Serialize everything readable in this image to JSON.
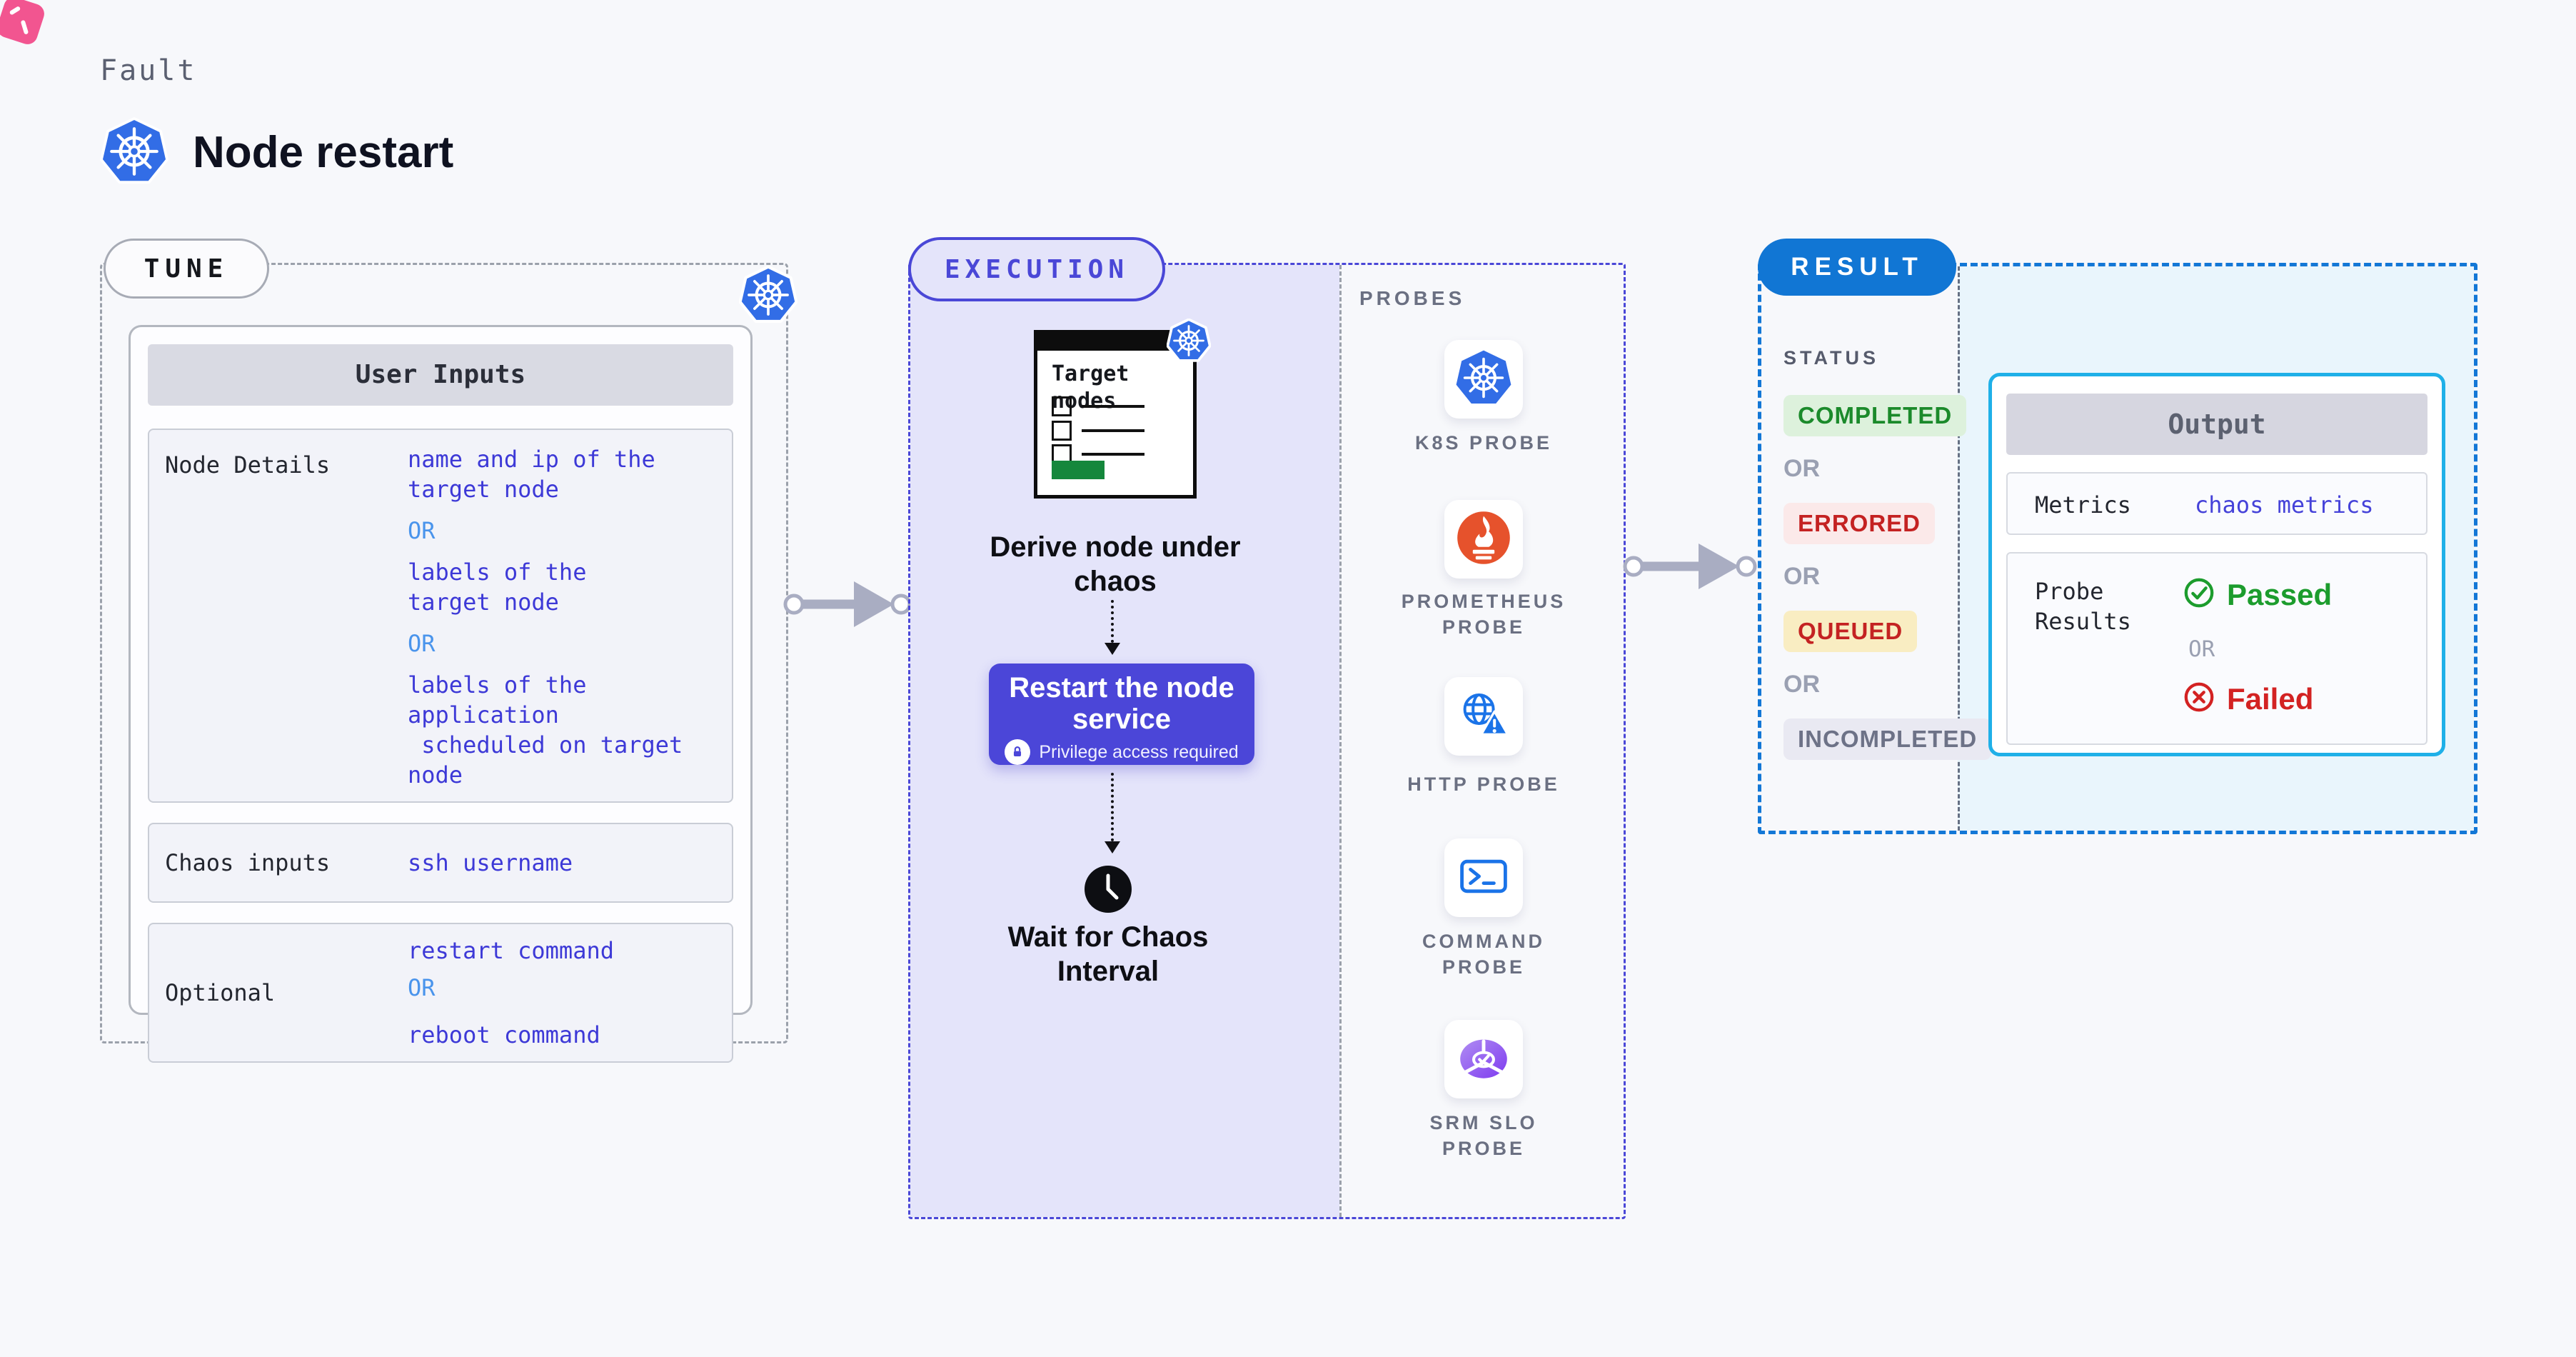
{
  "page": {
    "kicker": "Fault",
    "title": "Node restart"
  },
  "colors": {
    "indigo": "#4b46d8",
    "value_indigo": "#3d39d7",
    "or_blue": "#4a94ec",
    "result_blue": "#1176d4",
    "cyan_border": "#1fb0e8",
    "cyan_bg": "#e9f5fc",
    "lavender": "#e4e4fa",
    "k8s_blue": "#326de6",
    "green": "#1c9c2d",
    "red": "#d32222",
    "queued_bg": "#f9edc2",
    "completed_bg": "#ddf1dc"
  },
  "icons": {
    "kubernetes": "heptagon-ship-wheel",
    "lock": "padlock",
    "clock": "clock-face",
    "litmus_flag": "pink-ribbon",
    "passed": "check-circle",
    "failed": "x-circle",
    "prometheus": "flame-torch",
    "http": "globe-warning",
    "command": "terminal-prompt",
    "srm_slo": "purple-gauge-check",
    "arrow": "right-arrow"
  },
  "tune": {
    "pill": "TUNE",
    "header": "User Inputs",
    "rows": [
      {
        "label": "Node Details",
        "items": [
          {
            "type": "value",
            "text": "name and ip of the\ntarget node"
          },
          {
            "type": "or",
            "text": "OR"
          },
          {
            "type": "value",
            "text": "labels of the\ntarget node"
          },
          {
            "type": "or",
            "text": "OR"
          },
          {
            "type": "value",
            "text": "labels of the application\n scheduled on target node"
          }
        ]
      },
      {
        "label": "Chaos inputs",
        "items": [
          {
            "type": "value",
            "text": "ssh username"
          }
        ]
      },
      {
        "label": "Optional",
        "items": [
          {
            "type": "value",
            "text": "restart command"
          },
          {
            "type": "or",
            "text": "OR"
          },
          {
            "type": "value",
            "text": "reboot command"
          }
        ]
      }
    ]
  },
  "execution": {
    "pill": "EXECUTION",
    "target_nodes": "Target\nnodes",
    "derive_step": "Derive node under\nchaos",
    "action_title": "Restart the node\nservice",
    "action_note": "Privilege access required",
    "wait_step": "Wait for Chaos\nInterval"
  },
  "probes": {
    "heading": "PROBES",
    "items": [
      {
        "icon": "kubernetes-icon",
        "label": "K8S PROBE"
      },
      {
        "icon": "prometheus-icon",
        "label": "PROMETHEUS\nPROBE"
      },
      {
        "icon": "globe-warning-icon",
        "label": "HTTP PROBE"
      },
      {
        "icon": "terminal-icon",
        "label": "COMMAND\nPROBE"
      },
      {
        "icon": "slo-gauge-icon",
        "label": "SRM SLO\nPROBE"
      }
    ]
  },
  "result": {
    "pill": "RESULT",
    "status_heading": "STATUS",
    "or_label": "OR",
    "statuses": [
      {
        "label": "COMPLETED",
        "kind": "green"
      },
      {
        "label": "ERRORED",
        "kind": "red"
      },
      {
        "label": "QUEUED",
        "kind": "yellow"
      },
      {
        "label": "INCOMPLETED",
        "kind": "gray"
      }
    ],
    "output": {
      "header": "Output",
      "metrics_label": "Metrics",
      "metrics_value": "chaos metrics",
      "probe_label": "Probe\nResults",
      "passed": "Passed",
      "or_label": "OR",
      "failed": "Failed"
    }
  }
}
